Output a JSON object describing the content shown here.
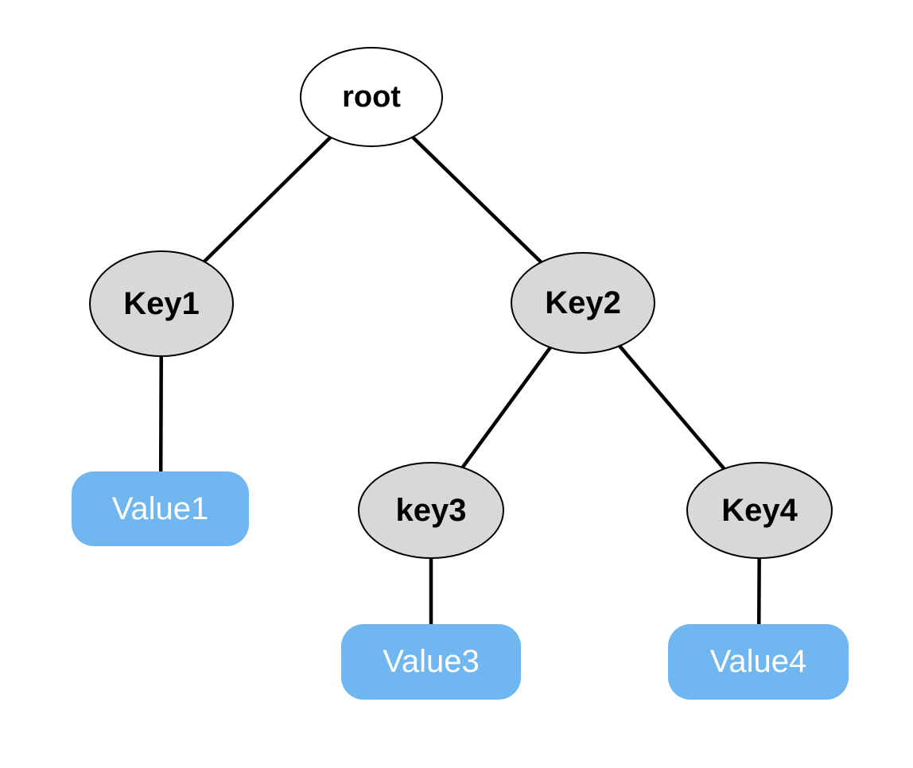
{
  "diagram": {
    "type": "tree",
    "description": "Key-value tree diagram with a root node, key ellipses and value leaf boxes",
    "colors": {
      "background": "#ffffff",
      "root_fill": "#ffffff",
      "key_fill": "#d8d8d8",
      "node_border": "#000000",
      "key_text": "#000000",
      "value_fill": "#70b6f0",
      "value_text": "#ffffff",
      "edge": "#000000"
    },
    "nodes": {
      "root": {
        "label": "root",
        "kind": "root"
      },
      "key1": {
        "label": "Key1",
        "kind": "key"
      },
      "key2": {
        "label": "Key2",
        "kind": "key"
      },
      "key3": {
        "label": "key3",
        "kind": "key"
      },
      "key4": {
        "label": "Key4",
        "kind": "key"
      },
      "value1": {
        "label": "Value1",
        "kind": "value"
      },
      "value3": {
        "label": "Value3",
        "kind": "value"
      },
      "value4": {
        "label": "Value4",
        "kind": "value"
      }
    },
    "edges": [
      {
        "from": "root",
        "to": "key1"
      },
      {
        "from": "root",
        "to": "key2"
      },
      {
        "from": "key1",
        "to": "value1"
      },
      {
        "from": "key2",
        "to": "key3"
      },
      {
        "from": "key2",
        "to": "key4"
      },
      {
        "from": "key3",
        "to": "value3"
      },
      {
        "from": "key4",
        "to": "value4"
      }
    ]
  }
}
